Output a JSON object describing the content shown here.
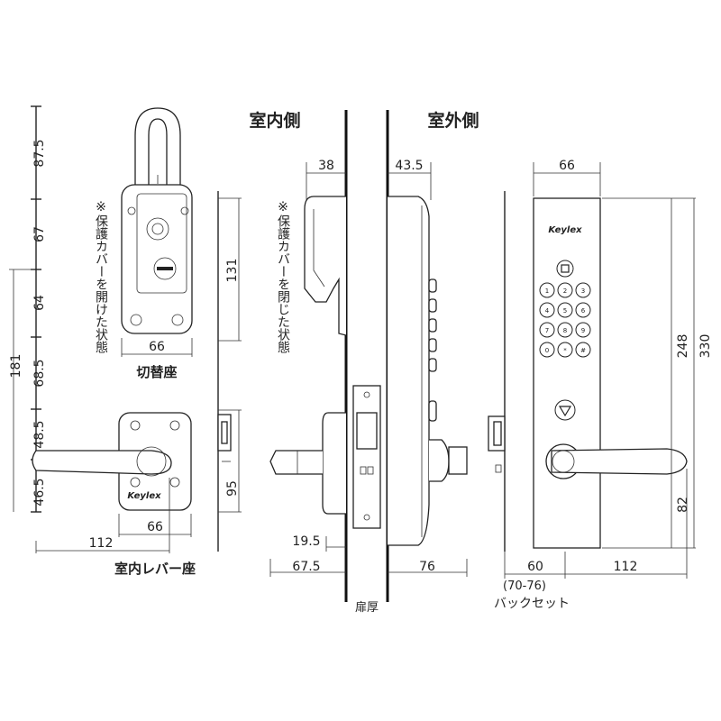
{
  "headings": {
    "indoor": "室内側",
    "outdoor": "室外側"
  },
  "captions": {
    "switch_plate": "切替座",
    "indoor_lever_plate": "室内レバー座",
    "door_thickness": "扉厚",
    "backset": "バックセット",
    "backset_range": "(70-76)"
  },
  "notes": {
    "cover_open": "※保護カバーを開けた状態",
    "cover_closed": "※保護カバーを閉じた状態"
  },
  "brand": "Keylex",
  "dimensions": {
    "left_v1": "87.5",
    "left_v2": "67",
    "left_v3": "64",
    "left_v4": "68.5",
    "left_v5": "48.5",
    "left_v6": "46.5",
    "left_total": "181",
    "switch_width": "66",
    "switch_height": "131",
    "lever_plate_width": "66",
    "lever_reach": "112",
    "lever_plate_height": "95",
    "indoor_depth": "38",
    "outdoor_depth": "43.5",
    "latch_offset": "19.5",
    "indoor_projection": "67.5",
    "outdoor_projection": "76",
    "front_width": "66",
    "front_height": "248",
    "front_total": "330",
    "lever_height": "82",
    "backset": "60",
    "outdoor_lever_reach": "112"
  },
  "keypad": {
    "keys": [
      "1",
      "2",
      "3",
      "4",
      "5",
      "6",
      "7",
      "8",
      "9",
      "0",
      "*",
      "#"
    ]
  },
  "icons": {
    "lock_button": "lock-icon",
    "triangle_button": "triangle-down-icon"
  }
}
